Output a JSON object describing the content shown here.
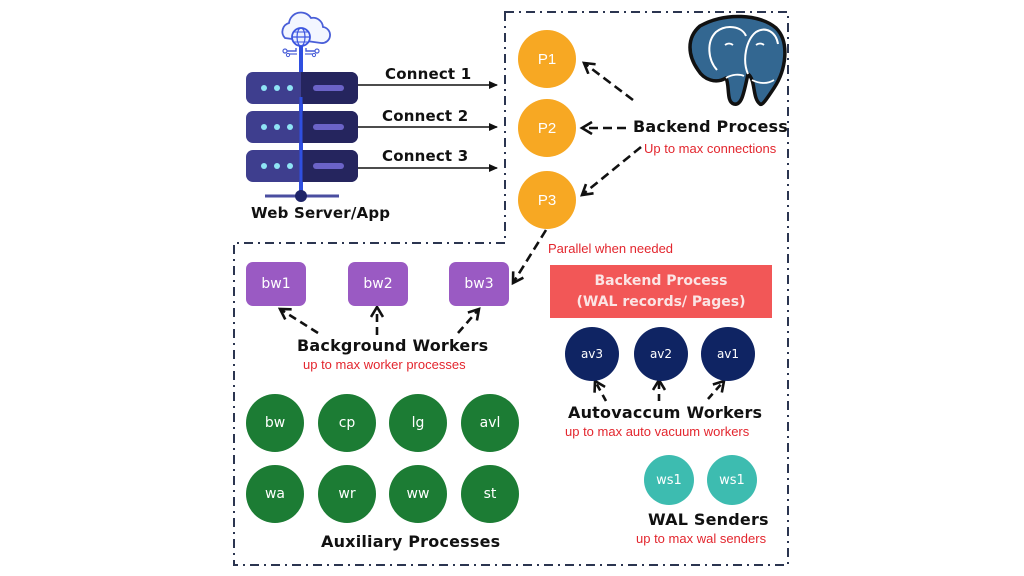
{
  "web_server": {
    "label": "Web Server/App",
    "icon": "server-stack-with-cloud-globe-icon"
  },
  "connections": [
    {
      "label": "Connect 1"
    },
    {
      "label": "Connect 2"
    },
    {
      "label": "Connect 3"
    }
  ],
  "postgres_logo": "postgresql-elephant-icon",
  "backend": {
    "title": "Backend Process",
    "note": "Up to max connections",
    "processes": [
      "P1",
      "P2",
      "P3"
    ],
    "parallel_note": "Parallel when needed"
  },
  "background_workers": {
    "title": "Background Workers",
    "note": "up to max worker processes",
    "items": [
      "bw1",
      "bw2",
      "bw3"
    ]
  },
  "wal_banner": {
    "line1": "Backend Process",
    "line2": "(WAL records/ Pages)"
  },
  "autovacuum": {
    "title": "Autovaccum Workers",
    "note": "up to max auto vacuum workers",
    "items": [
      "av3",
      "av2",
      "av1"
    ]
  },
  "auxiliary": {
    "title": "Auxiliary Processes",
    "row1": [
      "bw",
      "cp",
      "lg",
      "avl"
    ],
    "row2": [
      "wa",
      "wr",
      "ww",
      "st"
    ]
  },
  "wal_senders": {
    "title": "WAL Senders",
    "note": "up to max wal senders",
    "items": [
      "ws1",
      "ws1"
    ]
  },
  "colors": {
    "process_orange": "#f7a823",
    "worker_purple": "#9a5ac3",
    "autovacuum_navy": "#0f2463",
    "auxiliary_green": "#1c7c34",
    "wal_sender_teal": "#3dbcb0",
    "banner_red": "#f25757",
    "note_red": "#e3262e",
    "server_indigo": "#3f3f8f",
    "postgres_blue": "#336791"
  }
}
